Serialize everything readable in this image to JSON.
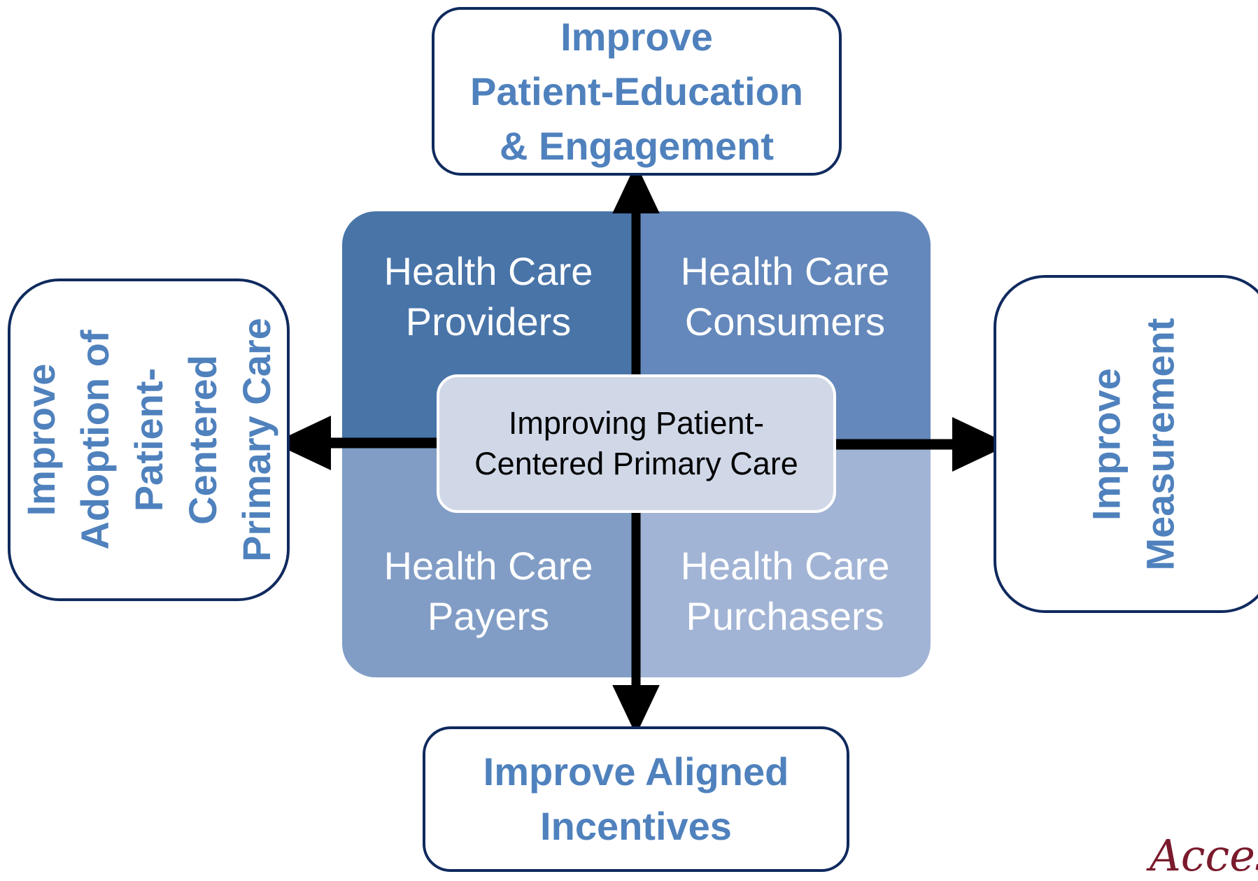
{
  "outcomes": {
    "top": [
      "Improve",
      "Patient-Education",
      "& Engagement"
    ],
    "right": [
      "Improve",
      "Measurement"
    ],
    "bottom": [
      "Improve Aligned",
      "Incentives"
    ],
    "left": [
      "Improve",
      "Adoption of",
      "Patient-",
      "Centered",
      "Primary Care"
    ]
  },
  "quadrants": {
    "top_left": [
      "Health Care",
      "Providers"
    ],
    "top_right": [
      "Health Care",
      "Consumers"
    ],
    "bottom_left": [
      "Health Care",
      "Payers"
    ],
    "bottom_right": [
      "Health Care",
      "Purchasers"
    ]
  },
  "center": [
    "Improving Patient-",
    "Centered Primary Care"
  ],
  "logo_text": "Access",
  "colors": {
    "outcome_text": "#4f81bd",
    "outcome_border": "#0f2a5e",
    "quad_top_left": "#4874a8",
    "quad_top_right": "#6488bb",
    "quad_bottom_left": "#819dc6",
    "quad_bottom_right": "#a2b4d5",
    "center_fill": "#d0d8e8",
    "logo": "#7a1a2c"
  }
}
